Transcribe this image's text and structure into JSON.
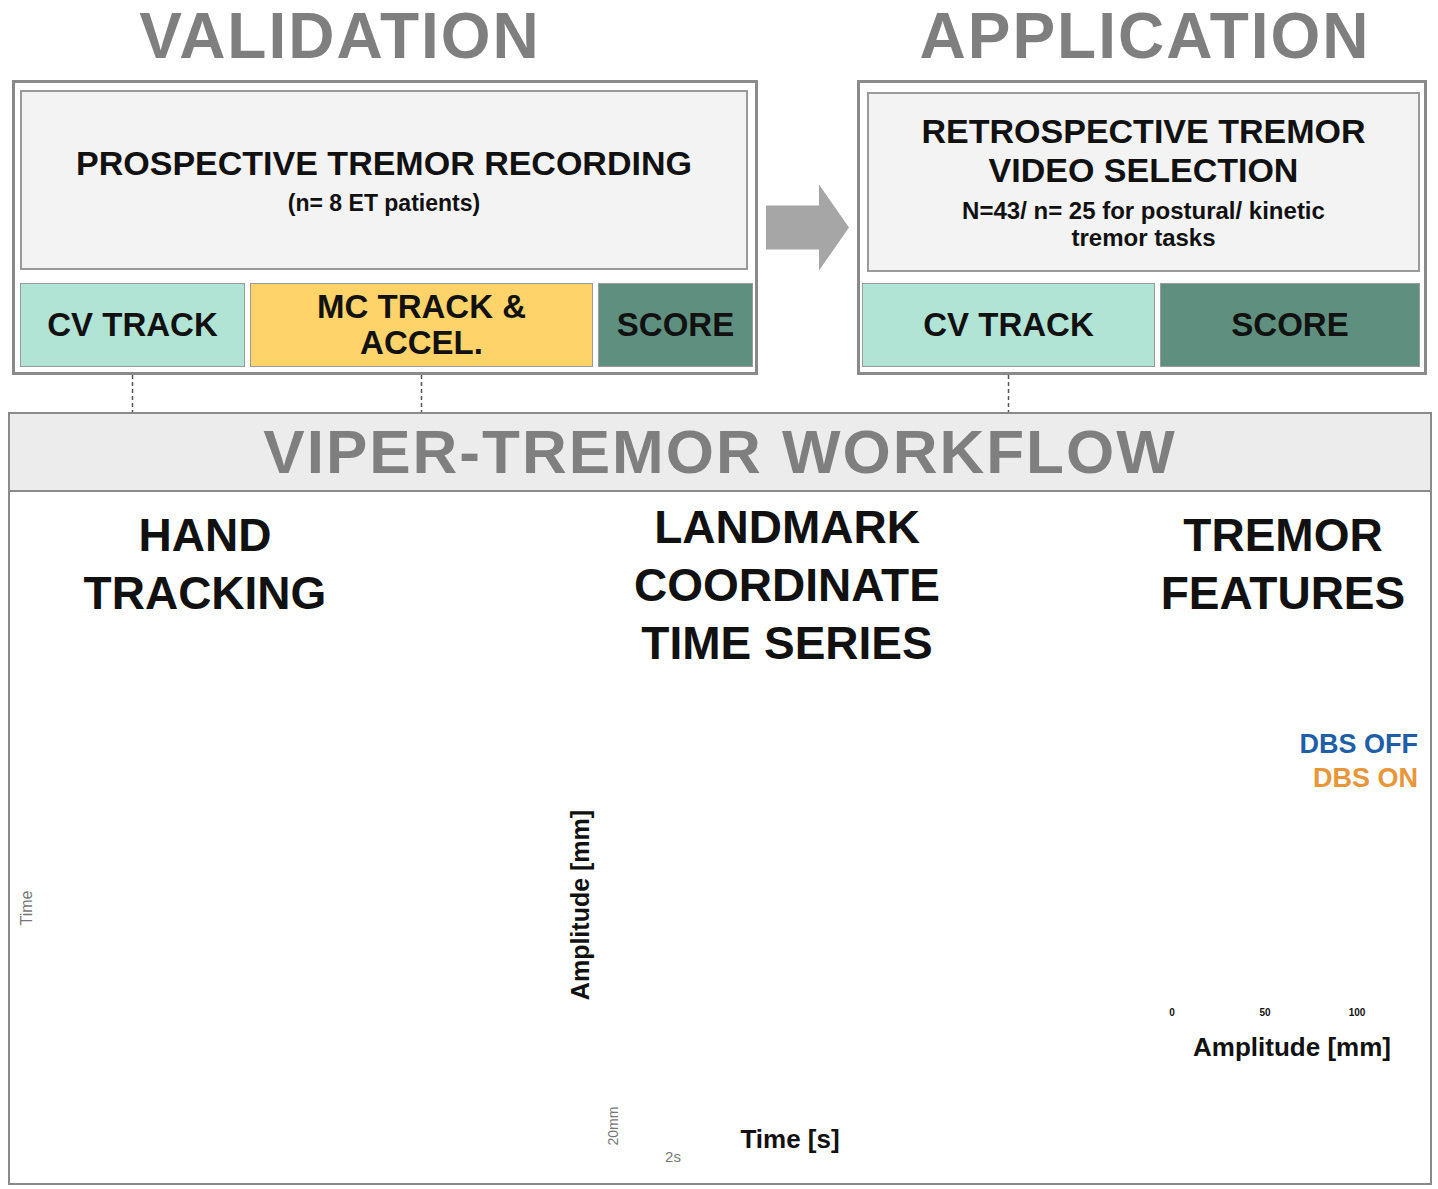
{
  "diagram": {
    "nodes": [
      {
        "text": [
          "VALIDATION"
        ]
      },
      {
        "text": [
          "PROSPECTIVE TREMOR RECORDING",
          "(n= 8 ET patients)"
        ],
        "in": 0
      },
      {
        "text": [
          "CV TRACK"
        ],
        "in": 0
      },
      {
        "text": [
          "MC TRACK & ACCEL."
        ],
        "in": 0
      },
      {
        "text": [
          "SCORE"
        ],
        "in": 0
      },
      {
        "text": [
          "APPLICATION"
        ]
      },
      {
        "text": [
          "RETROSPECTIVE TREMOR VIDEO SELECTION",
          "N=43/ n= 25 for postural/ kinetic tremor tasks"
        ],
        "in": 5
      },
      {
        "text": [
          "CV TRACK"
        ],
        "in": 5
      },
      {
        "text": [
          "SCORE"
        ],
        "in": 5
      },
      {
        "text": [
          "VIPER-TREMOR WORKFLOW"
        ]
      }
    ],
    "edges": [
      {
        "from": 0,
        "to": 5,
        "arrow": "to"
      },
      {
        "from": 2,
        "to": 9,
        "arrow": "none"
      },
      {
        "from": 3,
        "to": 9,
        "arrow": "none"
      },
      {
        "from": 7,
        "to": 9,
        "arrow": "none"
      }
    ],
    "labels": [
      "HAND TRACKING",
      "Time",
      "LANDMARK COORDINATE TIME SERIES",
      "Amplitude [mm]",
      "20mm",
      "2s",
      "Time [s]",
      "TREMOR FEATURES",
      "0",
      "50",
      "100",
      "Amplitude [mm]"
    ],
    "legend": [
      {
        "text": "DBS OFF",
        "color": "#1f5fa8"
      },
      {
        "text": "DBS ON",
        "color": "#e8963a"
      }
    ]
  }
}
